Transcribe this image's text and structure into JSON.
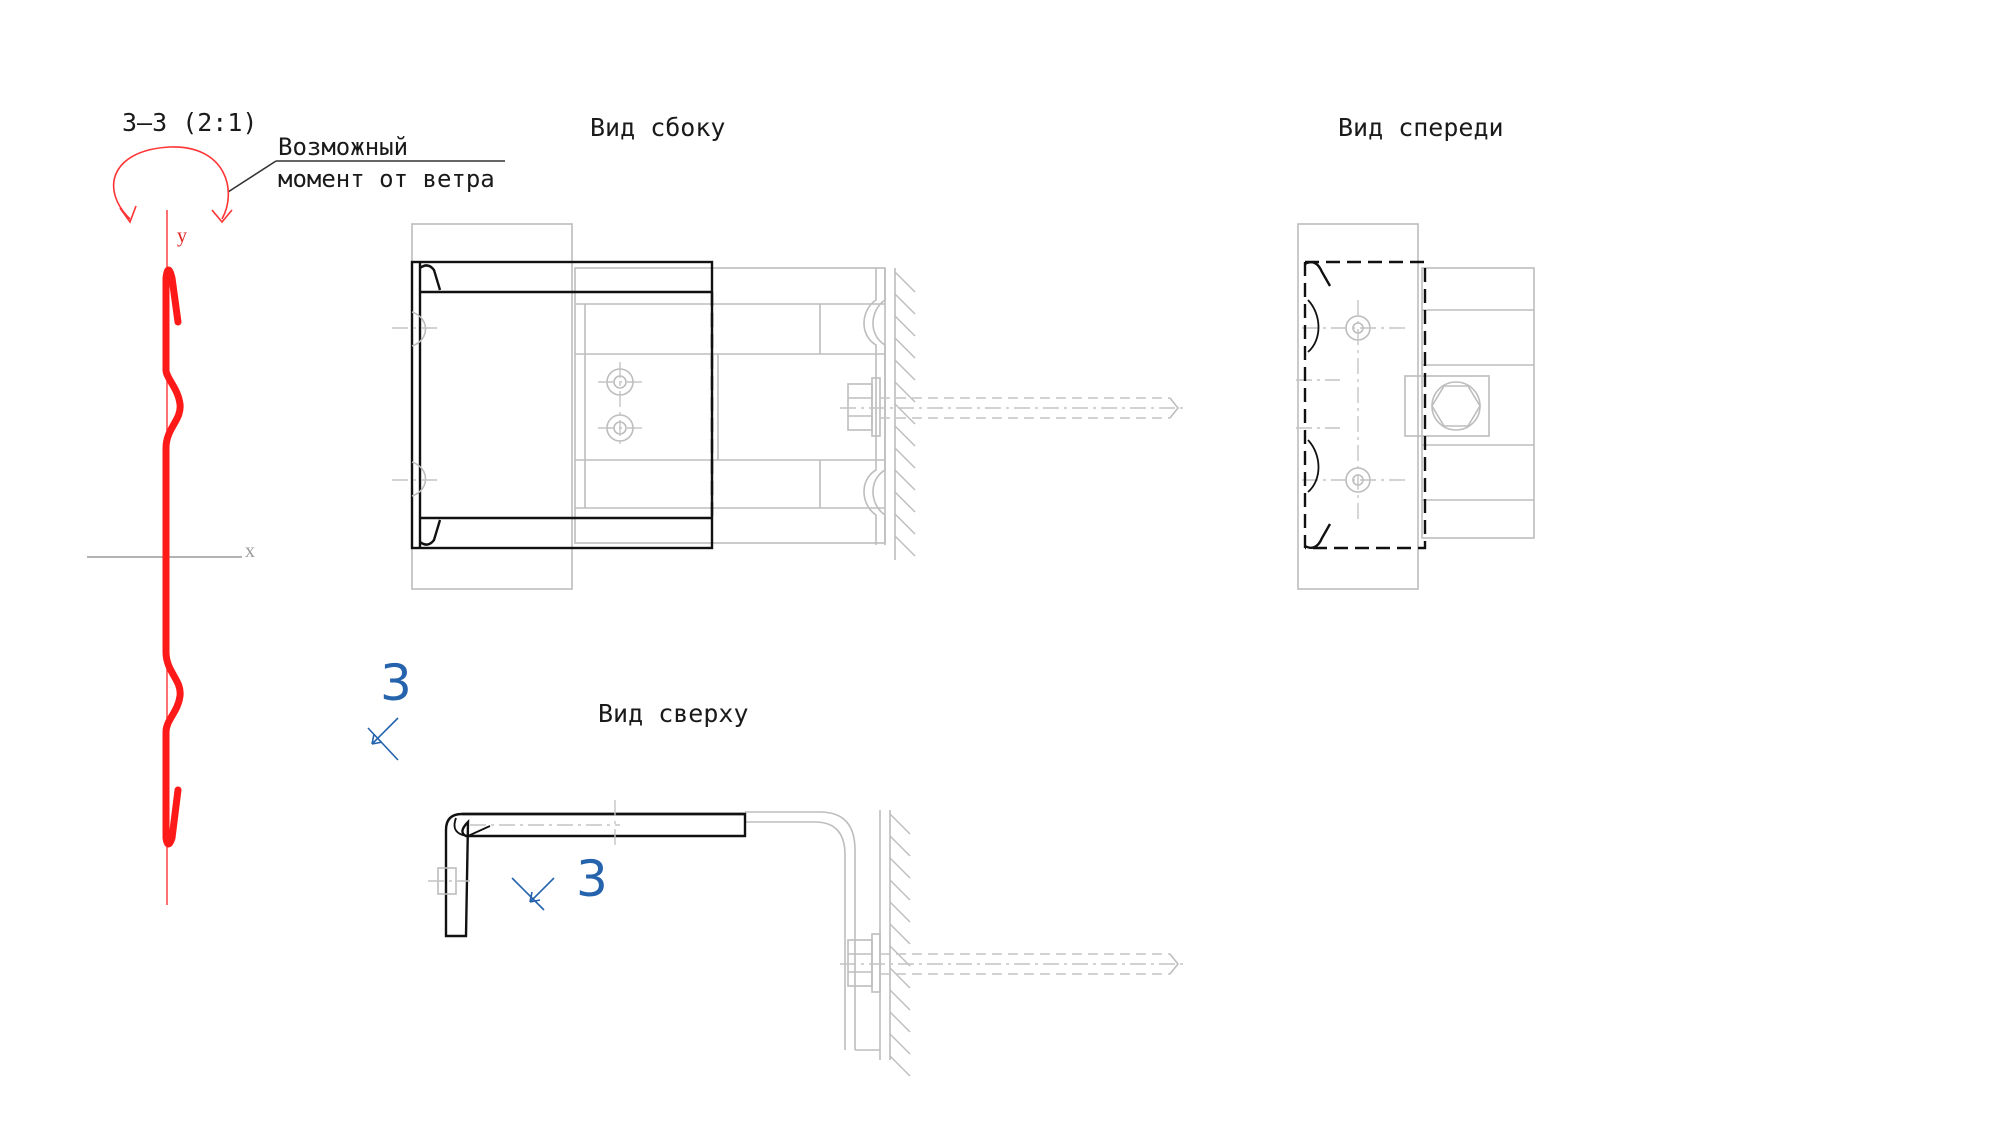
{
  "section": {
    "title": "3–3 (2:1)",
    "note_line1": "Возможный",
    "note_line2": "момент от ветра",
    "axis_y": "y",
    "axis_x": "x"
  },
  "views": {
    "side": "Вид сбоку",
    "front": "Вид спереди",
    "top": "Вид сверху"
  },
  "section_marks": {
    "upper": "3",
    "lower": "3"
  },
  "colors": {
    "profile": "#ff1a1a",
    "section_mark": "#2563ad",
    "main_line": "#111111",
    "context_line": "#bdbdbd"
  }
}
